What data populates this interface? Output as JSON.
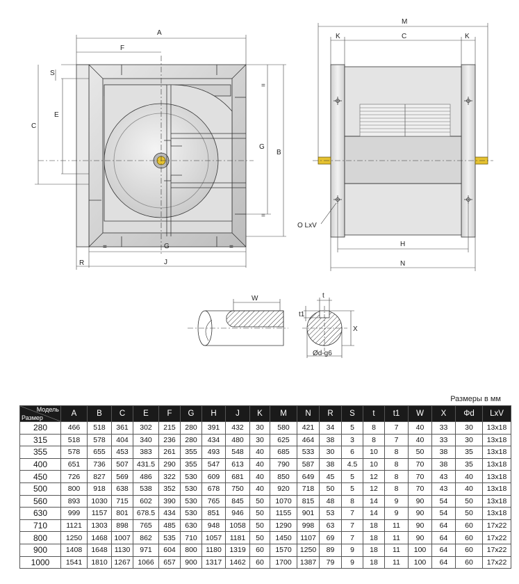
{
  "drawing": {
    "front_view": {
      "labels": {
        "A": "A",
        "F": "F",
        "S": "S",
        "C": "C",
        "E": "E",
        "G_right": "G",
        "B": "B",
        "eq_top": "=",
        "eq_bot": "=",
        "eq_left": "=",
        "eq_right": "=",
        "G_bottom": "G",
        "R": "R",
        "J": "J"
      }
    },
    "side_view": {
      "labels": {
        "M": "M",
        "K_left": "K",
        "C": "C",
        "K_right": "K",
        "hole": "O LxV",
        "H": "H",
        "N": "N"
      }
    },
    "shaft_detail": {
      "labels": {
        "W": "W",
        "t": "t",
        "t1": "t1",
        "X": "X",
        "d": "Ød-g6"
      }
    }
  },
  "table": {
    "units_note": "Размеры в мм",
    "corner_top": "Модель",
    "corner_bottom": "Размер",
    "columns": [
      "A",
      "B",
      "C",
      "E",
      "F",
      "G",
      "H",
      "J",
      "K",
      "M",
      "N",
      "R",
      "S",
      "t",
      "t1",
      "W",
      "X",
      "Φd",
      "LxV"
    ],
    "rows": [
      [
        "280",
        "466",
        "518",
        "361",
        "302",
        "215",
        "280",
        "391",
        "432",
        "30",
        "580",
        "421",
        "34",
        "5",
        "8",
        "7",
        "40",
        "33",
        "30",
        "13x18"
      ],
      [
        "315",
        "518",
        "578",
        "404",
        "340",
        "236",
        "280",
        "434",
        "480",
        "30",
        "625",
        "464",
        "38",
        "3",
        "8",
        "7",
        "40",
        "33",
        "30",
        "13x18"
      ],
      [
        "355",
        "578",
        "655",
        "453",
        "383",
        "261",
        "355",
        "493",
        "548",
        "40",
        "685",
        "533",
        "30",
        "6",
        "10",
        "8",
        "50",
        "38",
        "35",
        "13x18"
      ],
      [
        "400",
        "651",
        "736",
        "507",
        "431.5",
        "290",
        "355",
        "547",
        "613",
        "40",
        "790",
        "587",
        "38",
        "4.5",
        "10",
        "8",
        "70",
        "38",
        "35",
        "13x18"
      ],
      [
        "450",
        "726",
        "827",
        "569",
        "486",
        "322",
        "530",
        "609",
        "681",
        "40",
        "850",
        "649",
        "45",
        "5",
        "12",
        "8",
        "70",
        "43",
        "40",
        "13x18"
      ],
      [
        "500",
        "800",
        "918",
        "638",
        "538",
        "352",
        "530",
        "678",
        "750",
        "40",
        "920",
        "718",
        "50",
        "5",
        "12",
        "8",
        "70",
        "43",
        "40",
        "13x18"
      ],
      [
        "560",
        "893",
        "1030",
        "715",
        "602",
        "390",
        "530",
        "765",
        "845",
        "50",
        "1070",
        "815",
        "48",
        "8",
        "14",
        "9",
        "90",
        "54",
        "50",
        "13x18"
      ],
      [
        "630",
        "999",
        "1157",
        "801",
        "678.5",
        "434",
        "530",
        "851",
        "946",
        "50",
        "1155",
        "901",
        "53",
        "7",
        "14",
        "9",
        "90",
        "54",
        "50",
        "13x18"
      ],
      [
        "710",
        "1121",
        "1303",
        "898",
        "765",
        "485",
        "630",
        "948",
        "1058",
        "50",
        "1290",
        "998",
        "63",
        "7",
        "18",
        "11",
        "90",
        "64",
        "60",
        "17x22"
      ],
      [
        "800",
        "1250",
        "1468",
        "1007",
        "862",
        "535",
        "710",
        "1057",
        "1181",
        "50",
        "1450",
        "1107",
        "69",
        "7",
        "18",
        "11",
        "90",
        "64",
        "60",
        "17x22"
      ],
      [
        "900",
        "1408",
        "1648",
        "1130",
        "971",
        "604",
        "800",
        "1180",
        "1319",
        "60",
        "1570",
        "1250",
        "89",
        "9",
        "18",
        "11",
        "100",
        "64",
        "60",
        "17x22"
      ],
      [
        "1000",
        "1541",
        "1810",
        "1267",
        "1066",
        "657",
        "900",
        "1317",
        "1462",
        "60",
        "1700",
        "1387",
        "79",
        "9",
        "18",
        "11",
        "100",
        "64",
        "60",
        "17x22"
      ]
    ]
  }
}
